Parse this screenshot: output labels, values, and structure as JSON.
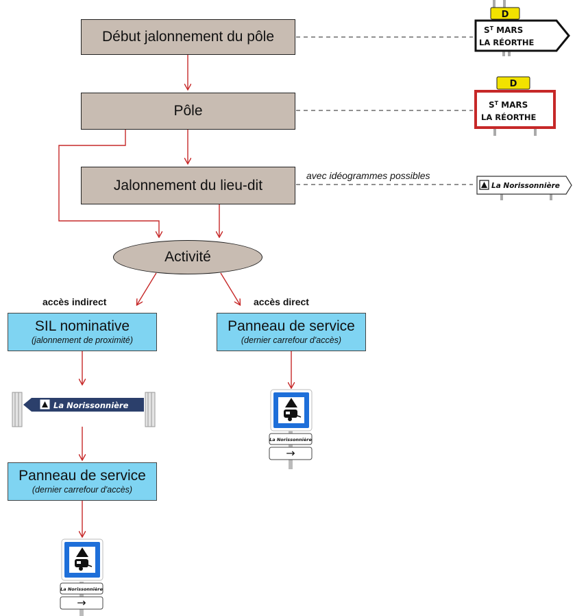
{
  "boxes": {
    "debut": "Début jalonnement du pôle",
    "pole": "Pôle",
    "lieu_dit": "Jalonnement du lieu-dit",
    "activite": "Activité"
  },
  "branches": {
    "indirect": {
      "label": "accès indirect",
      "sil_title": "SIL nominative",
      "sil_sub": "(jalonnement de proximité)",
      "panneau_title": "Panneau de service",
      "panneau_sub": "(dernier carrefour d'accès)"
    },
    "direct": {
      "label": "accès direct",
      "panneau_title": "Panneau de service",
      "panneau_sub": "(dernier carrefour d'accès)"
    }
  },
  "note": "avec idéogrammes possibles",
  "signs": {
    "road_code": "D",
    "town_line1_prefix": "S",
    "town_line1_sup": "T",
    "town_line1": "MARS",
    "town_line2": "LA RÉORTHE",
    "lieu_dit": "La Norissonnière",
    "arrow": "→"
  },
  "colors": {
    "grey_box": "#c8bcb2",
    "blue_box": "#7fd4f2",
    "connector": "#c62828",
    "sign_border_red": "#c62828",
    "sign_yellow": "#f2e200",
    "sil_blue": "#2b3f6b",
    "service_blue": "#1e6fd9"
  }
}
